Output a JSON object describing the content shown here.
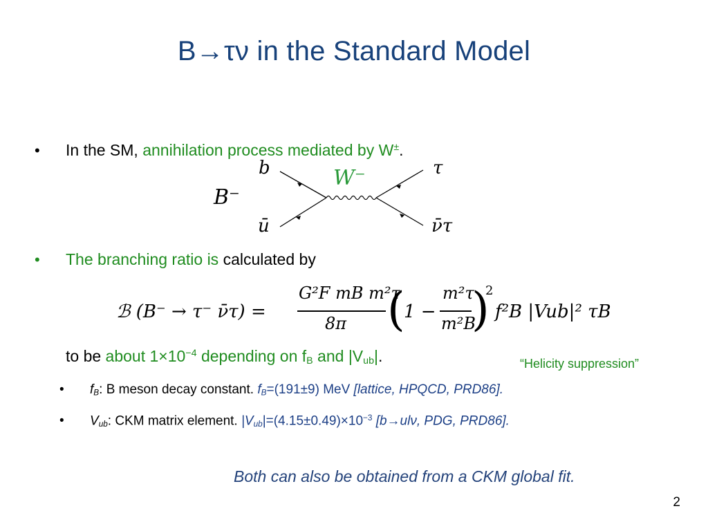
{
  "slide": {
    "title": "B→τν in the Standard Model",
    "page_number": "2"
  },
  "bullet1": {
    "marker": "•",
    "prefix": "In the SM, ",
    "highlight": "annihilation process mediated by W",
    "sup": "±",
    "suffix": "."
  },
  "diagram": {
    "label_b": "b",
    "label_ubar": "ū",
    "label_B": "B⁻",
    "label_W": "W⁻",
    "label_tau": "τ",
    "label_nutau": "ν̄τ",
    "colors": {
      "line": "#000000",
      "w_label": "#2a9a3a"
    }
  },
  "bullet2": {
    "marker": "•",
    "highlight": "The branching ratio is",
    "suffix": " calculated by"
  },
  "formula": {
    "lhs": "ℬ (B⁻ → τ⁻ ν̄τ) =",
    "num": "G²F mB m²τ",
    "den": "8π",
    "inner_one": "1 −",
    "inner_num": "m²τ",
    "inner_den": "m²B",
    "tail": "f²B |Vub|² τB"
  },
  "line3": {
    "prefix": "to be ",
    "highlight_a": "about 1×10",
    "highlight_a_sup": "−4",
    "highlight_b": " depending on f",
    "highlight_b_sub": "B",
    "highlight_c": " and |V",
    "highlight_c_sub": "ub",
    "highlight_d": "|",
    "suffix": "."
  },
  "helicity": "“Helicity suppression”",
  "sub_bullet1": {
    "marker": "•",
    "sym": "f",
    "sym_sub": "B",
    "text": ": B meson decay constant. ",
    "val_sym": "f",
    "val_sym_sub": "B",
    "val": "=(191±9) MeV ",
    "ref": "[lattice, HPQCD, PRD86]."
  },
  "sub_bullet2": {
    "marker": "•",
    "sym": "V",
    "sym_sub": "ub",
    "text": ": CKM matrix element. ",
    "val_pre": "|V",
    "val_sub": "ub",
    "val": "|=(4.15±0.49)×10",
    "val_sup": "−3",
    "ref": " [b→ulν, PDG, PRD86]."
  },
  "footer_note": "Both can also be obtained from a CKM global fit.",
  "colors": {
    "title": "#17417a",
    "green": "#1f8c1f",
    "blue": "#23427a"
  }
}
